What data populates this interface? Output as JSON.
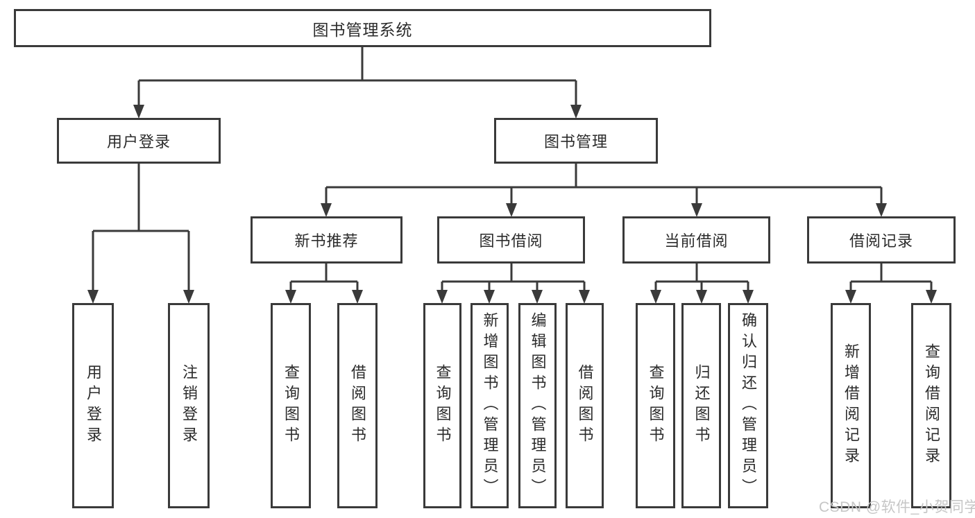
{
  "diagram_title": "图书管理系统",
  "nodes": {
    "root": "图书管理系统",
    "user_login": "用户登录",
    "book_management": "图书管理",
    "new_book_recommend": "新书推荐",
    "book_borrowing": "图书借阅",
    "current_borrowing": "当前借阅",
    "borrowing_records": "借阅记录"
  },
  "leaves": {
    "user_login": {
      "login": "用户登录",
      "logout": "注销登录"
    },
    "new_book_recommend": {
      "query_books": "查询图书",
      "borrow_books": "借阅图书"
    },
    "book_borrowing": {
      "query_books": "查询图书",
      "add_books_admin": "新增图书（管理员）",
      "edit_books_admin": "编辑图书（管理员）",
      "borrow_books": "借阅图书"
    },
    "current_borrowing": {
      "query_books": "查询图书",
      "return_books": "归还图书",
      "confirm_return_admin": "确认归还（管理员）"
    },
    "borrowing_records": {
      "add_record": "新增借阅记录",
      "query_record": "查询借阅记录"
    }
  },
  "watermark": "CSDN @软件_小贺同学",
  "colors": {
    "line_and_border": "#3a3a3a",
    "node_text": "#2b2b2b",
    "watermark_text": "#c6c6c6",
    "background": "#ffffff"
  }
}
